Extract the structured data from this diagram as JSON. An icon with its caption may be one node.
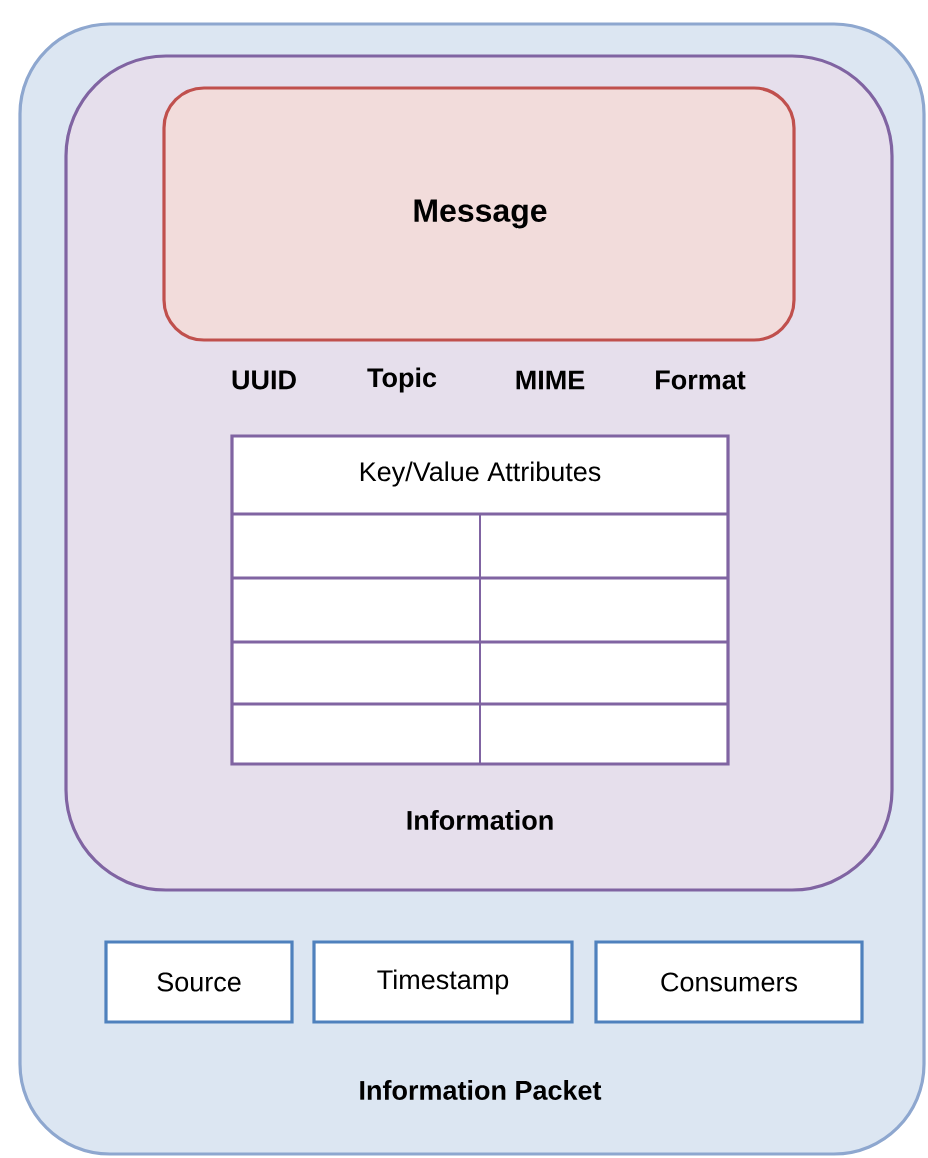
{
  "diagram": {
    "nodes": [
      {
        "text": [
          "Information Packet"
        ]
      },
      {
        "text": [
          "Information"
        ],
        "in": 0
      },
      {
        "text": [
          "Message"
        ],
        "in": 1
      },
      {
        "text": [
          "Key/Value Attributes"
        ],
        "in": 1
      },
      {
        "text": [
          "Source"
        ],
        "in": 0
      },
      {
        "text": [
          "Timestamp"
        ],
        "in": 0
      },
      {
        "text": [
          "Consumers"
        ],
        "in": 0
      }
    ],
    "labels": [
      "UUID",
      "Topic",
      "MIME",
      "Format"
    ]
  }
}
